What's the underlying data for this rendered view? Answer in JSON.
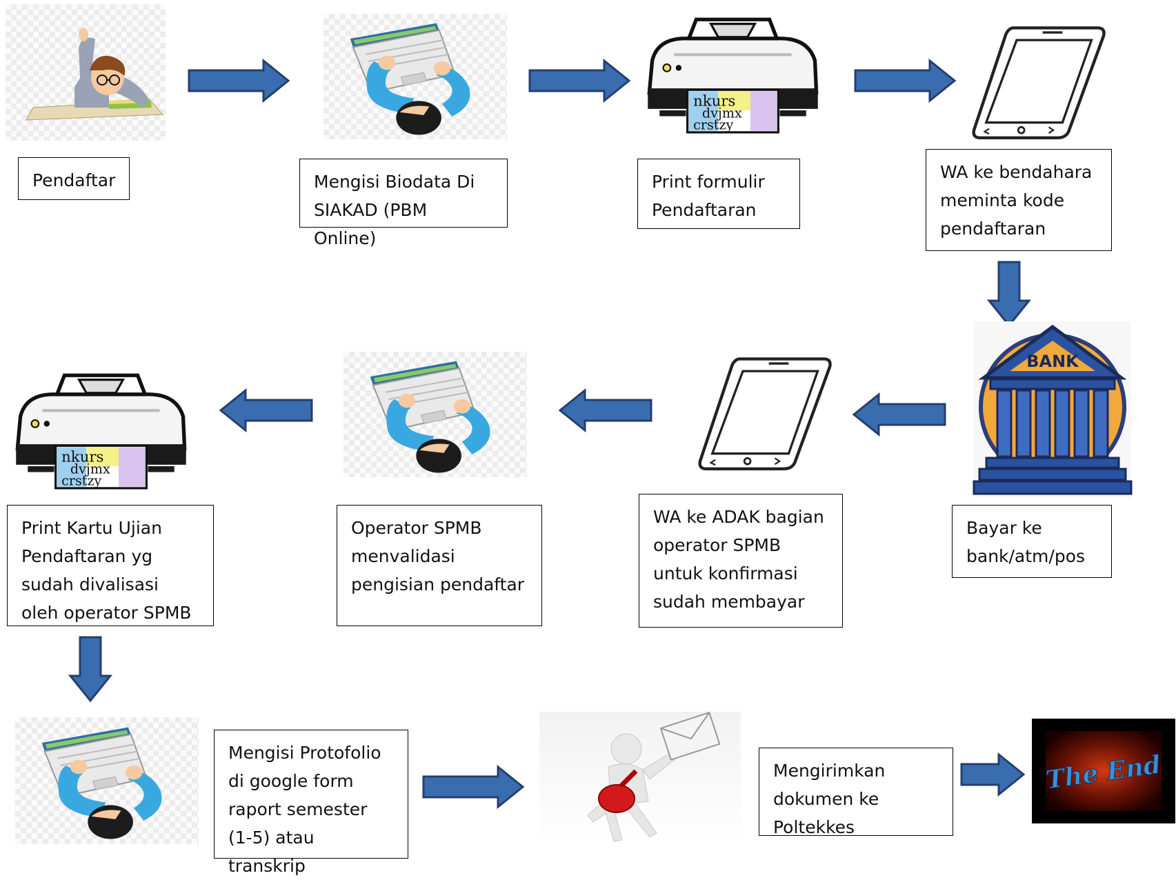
{
  "steps": {
    "pendaftar": "Pendaftar",
    "biodata": "Mengisi Biodata Di SIAKAD (PBM Online)",
    "print_formulir": "Print formulir Pendaftaran",
    "wa_bendahara": "WA ke bendahara meminta kode pendaftaran",
    "bayar": "Bayar ke bank/atm/pos",
    "wa_adak": "WA ke ADAK  bagian operator SPMB untuk konfirmasi sudah membayar",
    "validasi": "Operator SPMB menvalidasi pengisian pendaftar",
    "print_kartu": "Print Kartu Ujian Pendaftaran yg sudah divalisasi oleh operator SPMB",
    "portofolio": "Mengisi Protofolio di google form raport semester (1-5) atau transkrip",
    "kirim": "Mengirimkan dokumen ke Poltekkes"
  },
  "images": {
    "bank_sign": "BANK",
    "end_text": "The End",
    "paper_letters": "nkurs dvjmx crstzy"
  },
  "icons": [
    "student-icon",
    "laptop-user-icon",
    "printer-icon",
    "smartphone-icon",
    "bank-icon",
    "courier-icon",
    "the-end-icon"
  ],
  "colors": {
    "arrow_fill": "#3a6cb0",
    "arrow_stroke": "#243f6a",
    "laptop_screen": "#8ac96a",
    "shirt": "#3aa8e0"
  }
}
